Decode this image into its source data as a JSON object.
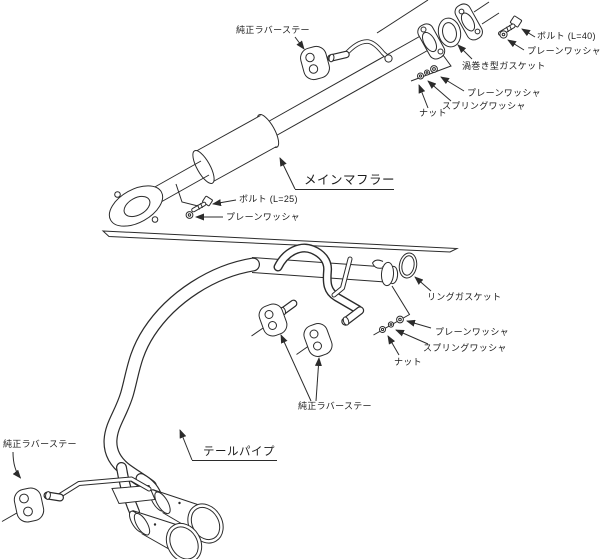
{
  "figure": {
    "kind": "exhaust-system-exploded-parts-diagram",
    "colors": {
      "line": "#2b2b2b",
      "background": "#ffffff",
      "text": "#1c1c1c"
    },
    "labels": {
      "rubber_stay_top": "純正ラバーステー",
      "bolt_l40": "ボルト (L=40)",
      "plain_washer_top_right": "プレーンワッシャ",
      "spiral_gasket": "渦巻き型ガスケット",
      "plain_washer_flange": "プレーンワッシャ",
      "spring_washer_top": "スプリングワッシャ",
      "nut_top": "ナット",
      "main_muffler": "メインマフラー",
      "bolt_l25": "ボルト (L=25)",
      "plain_washer_left": "プレーンワッシャ",
      "ring_gasket": "リングガスケット",
      "plain_washer_mid": "プレーンワッシャ",
      "spring_washer_mid": "スプリングワッシャ",
      "nut_mid": "ナット",
      "rubber_stay_mid": "純正ラバーステー",
      "rubber_stay_bottom": "純正ラバーステー",
      "tail_pipe": "テールパイプ"
    }
  }
}
